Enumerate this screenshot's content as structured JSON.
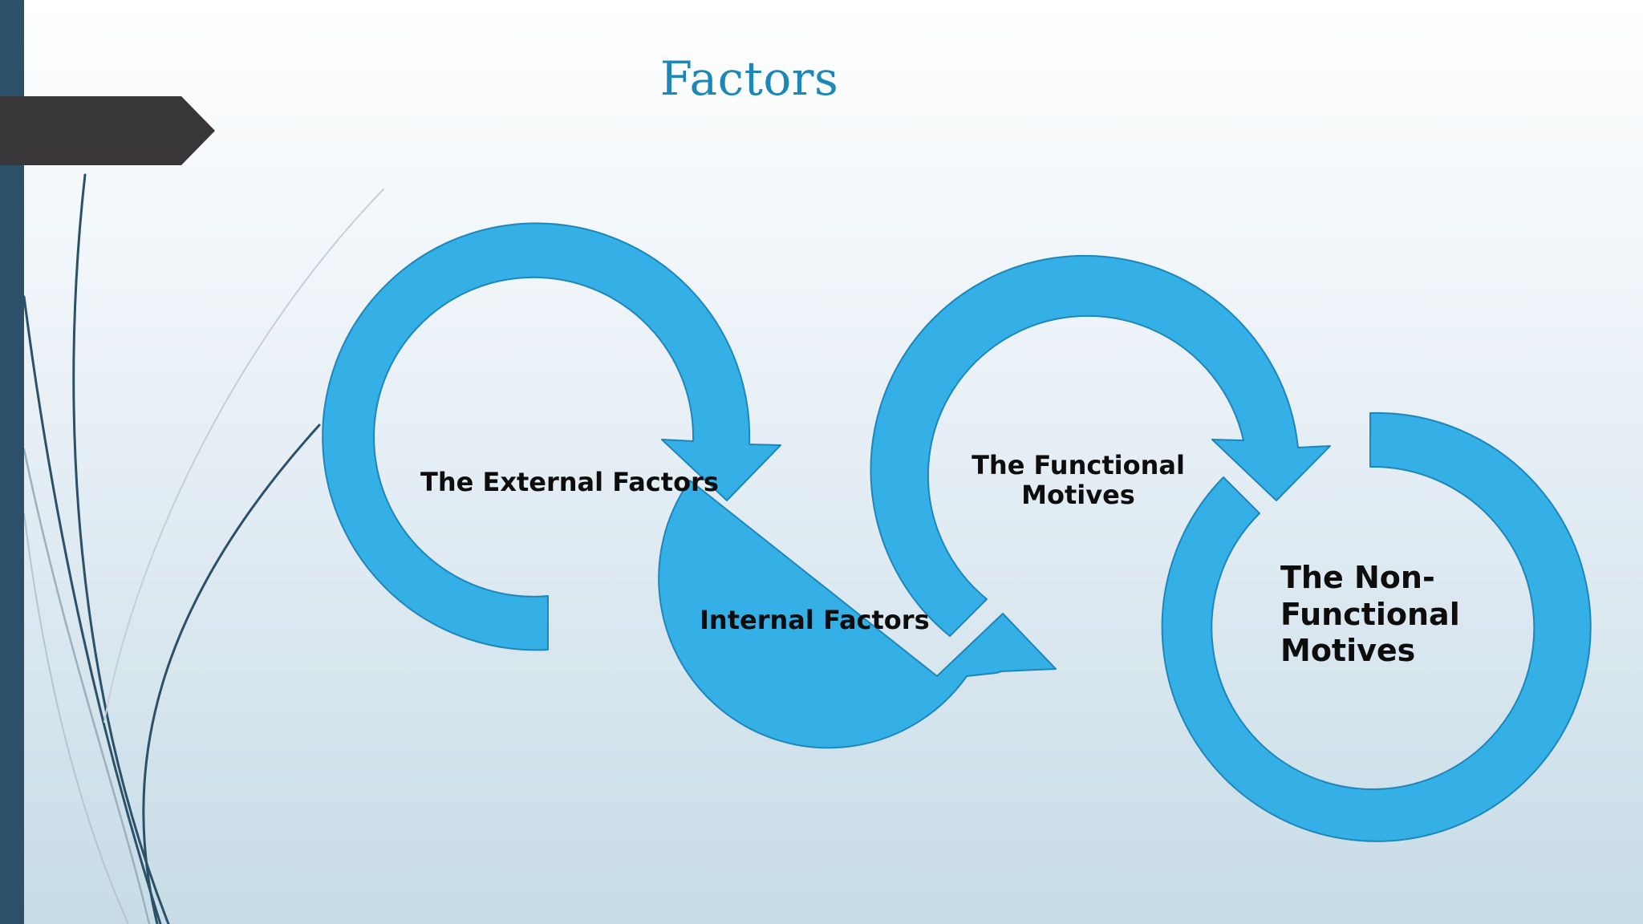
{
  "slide": {
    "title": "Factors"
  },
  "diagram": {
    "type": "circular-arrow-process",
    "steps": [
      {
        "label": "The External Factors"
      },
      {
        "label": "Internal Factors"
      },
      {
        "label": "The Functional Motives"
      },
      {
        "label": "The Non-Functional Motives"
      }
    ]
  },
  "colors": {
    "arrow_fill": "#34b0e6",
    "arrow_stroke": "#1e86ba",
    "title": "#1d87b7",
    "left_bar": "#2c5068",
    "tab": "#383638",
    "text": "#0d0d0d"
  }
}
